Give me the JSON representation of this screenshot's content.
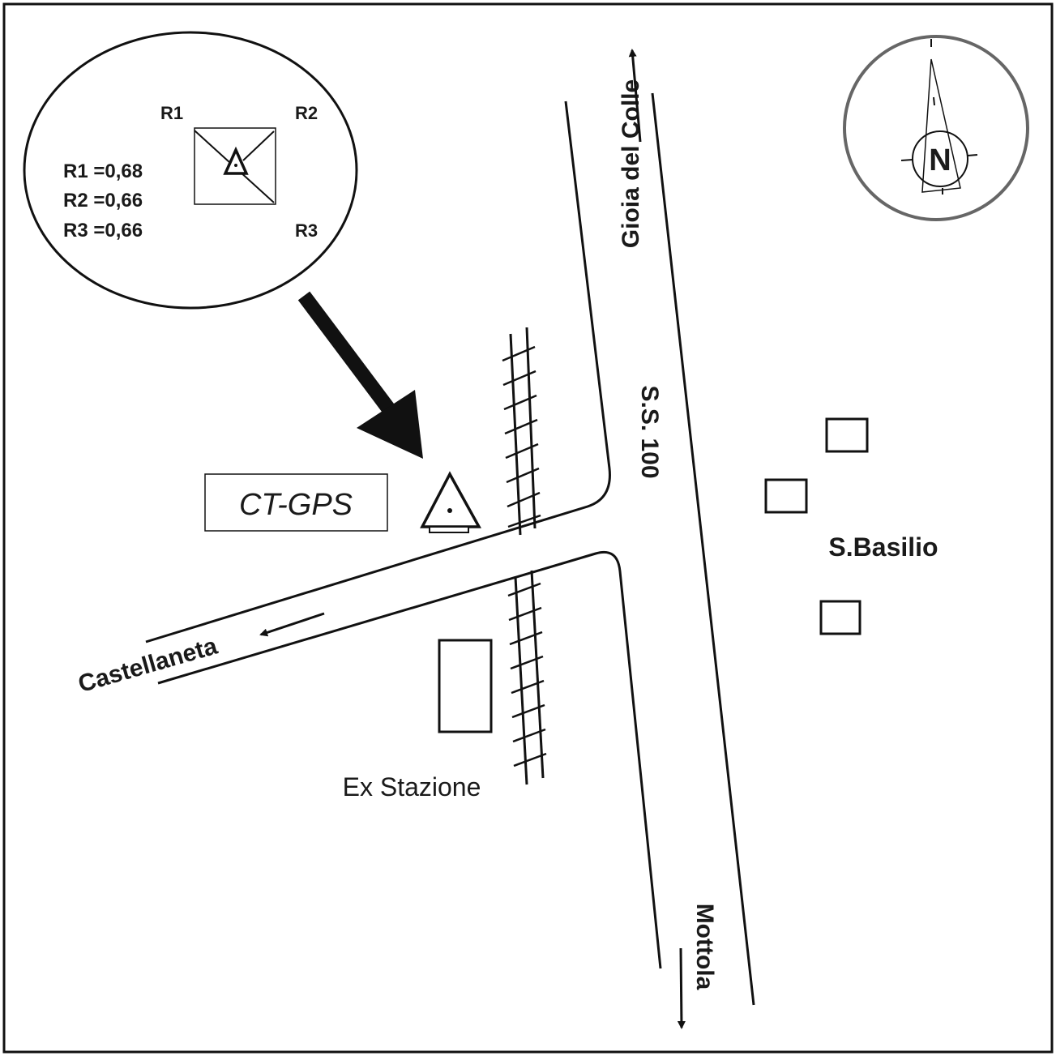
{
  "inset": {
    "corner_labels": [
      "R1",
      "R2",
      "R3"
    ],
    "values": [
      "R1 =0,68",
      "R2 =0,66",
      "R3 =0,66"
    ]
  },
  "station_label": "CT-GPS",
  "roads": {
    "north": "Gioia del Colle",
    "highway": "S.S. 100",
    "south": "Mottola",
    "west": "Castellaneta"
  },
  "places": {
    "village": "S.Basilio",
    "old_station": "Ex Stazione"
  },
  "compass": {
    "letter": "N"
  }
}
